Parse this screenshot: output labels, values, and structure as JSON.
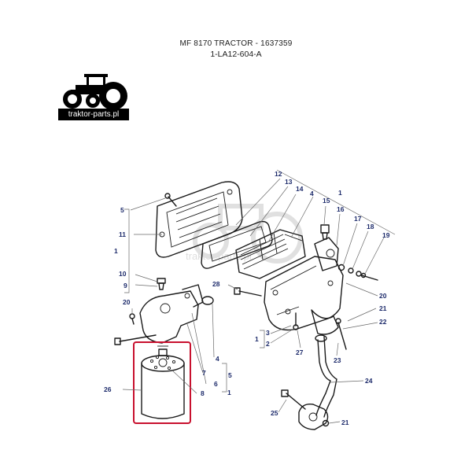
{
  "header": {
    "title": "MF 8170 TRACTOR - 1637359",
    "code": "1-LA12-604-A"
  },
  "logo": {
    "text": "traktor-parts.pl",
    "icon": "tractor-icon"
  },
  "watermark": {
    "text": "traktor-parts.pl"
  },
  "callouts": {
    "c1a": "1",
    "c1b": "1",
    "c1c": "1",
    "c1d": "1",
    "c2": "2",
    "c3": "3",
    "c4a": "4",
    "c4b": "4",
    "c5a": "5",
    "c5b": "5",
    "c6": "6",
    "c7": "7",
    "c8": "8",
    "c9": "9",
    "c10": "10",
    "c11": "11",
    "c12": "12",
    "c13": "13",
    "c14": "14",
    "c15": "15",
    "c16": "16",
    "c17": "17",
    "c18": "18",
    "c19": "19",
    "c20a": "20",
    "c20b": "20",
    "c21a": "21",
    "c21b": "21",
    "c22": "22",
    "c23": "23",
    "c24": "24",
    "c25": "25",
    "c26": "26",
    "c27": "27",
    "c28": "28"
  },
  "colors": {
    "callout": "#1d2b6b",
    "highlight": "#c8102e",
    "line": "#1a1a1a"
  }
}
